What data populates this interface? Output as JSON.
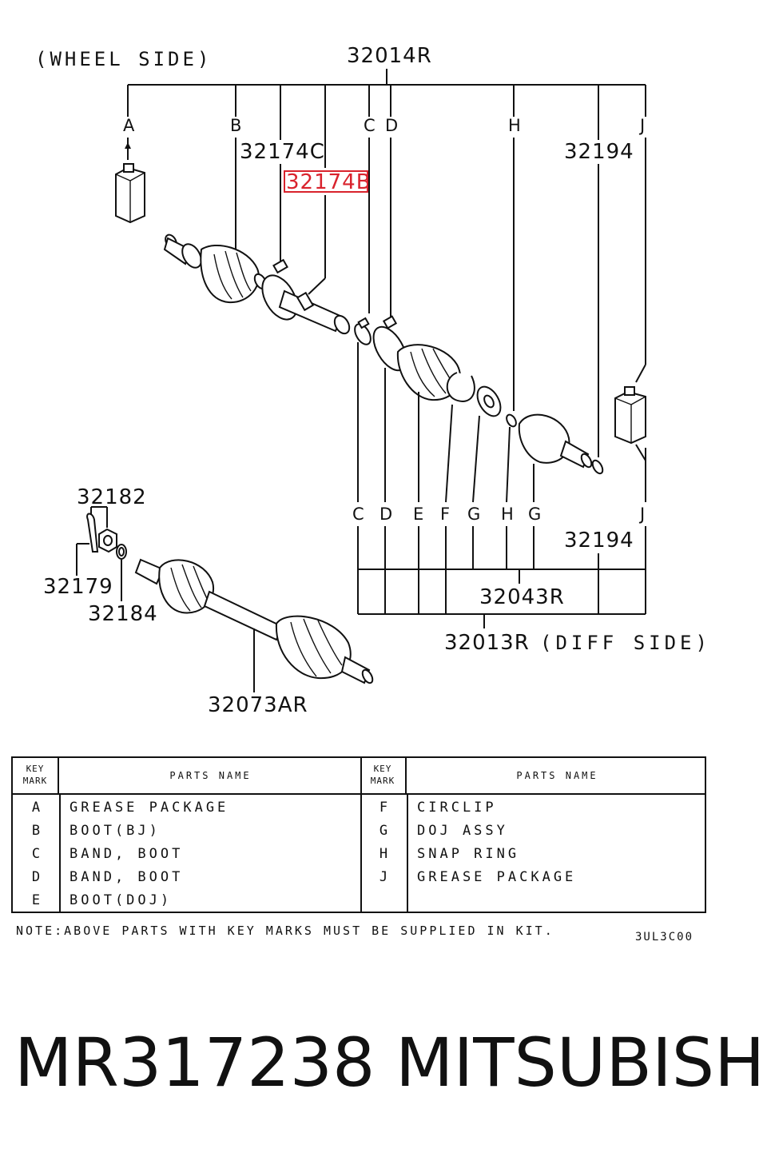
{
  "labels": {
    "wheel_side": "(WHEEL SIDE)",
    "assembly_main": "32014R",
    "key_A": "A",
    "key_B": "B",
    "key_C": "C",
    "key_D": "D",
    "key_H": "H",
    "key_J": "J",
    "part_32174C": "32174C",
    "part_32174B": "32174B",
    "part_32194_top": "32194",
    "key_C2": "C",
    "key_D2": "D",
    "key_E": "E",
    "key_F": "F",
    "key_G": "G",
    "key_H2": "H",
    "key_G2": "G",
    "key_J2": "J",
    "part_32194_bottom": "32194",
    "part_32043R": "32043R",
    "part_32013R": "32013R",
    "diff_side": "(DIFF SIDE)",
    "part_32182": "32182",
    "part_32179": "32179",
    "part_32184": "32184",
    "part_32073AR": "32073AR"
  },
  "highlight_color": "#d9232d",
  "table": {
    "header_key": [
      "KEY",
      "MARK"
    ],
    "header_name": "PARTS NAME",
    "left_rows": [
      {
        "key": "A",
        "name": "GREASE PACKAGE"
      },
      {
        "key": "B",
        "name": "BOOT(BJ)"
      },
      {
        "key": "C",
        "name": "BAND, BOOT"
      },
      {
        "key": "D",
        "name": "BAND, BOOT"
      },
      {
        "key": "E",
        "name": "BOOT(DOJ)"
      }
    ],
    "right_rows": [
      {
        "key": "F",
        "name": "CIRCLIP"
      },
      {
        "key": "G",
        "name": "DOJ ASSY"
      },
      {
        "key": "H",
        "name": "SNAP RING"
      },
      {
        "key": "J",
        "name": "GREASE PACKAGE"
      }
    ]
  },
  "note": "NOTE:ABOVE PARTS WITH KEY MARKS MUST BE SUPPLIED IN KIT.",
  "code": "3UL3C00",
  "part_number": "MR317238",
  "brand": "MITSUBISHI"
}
